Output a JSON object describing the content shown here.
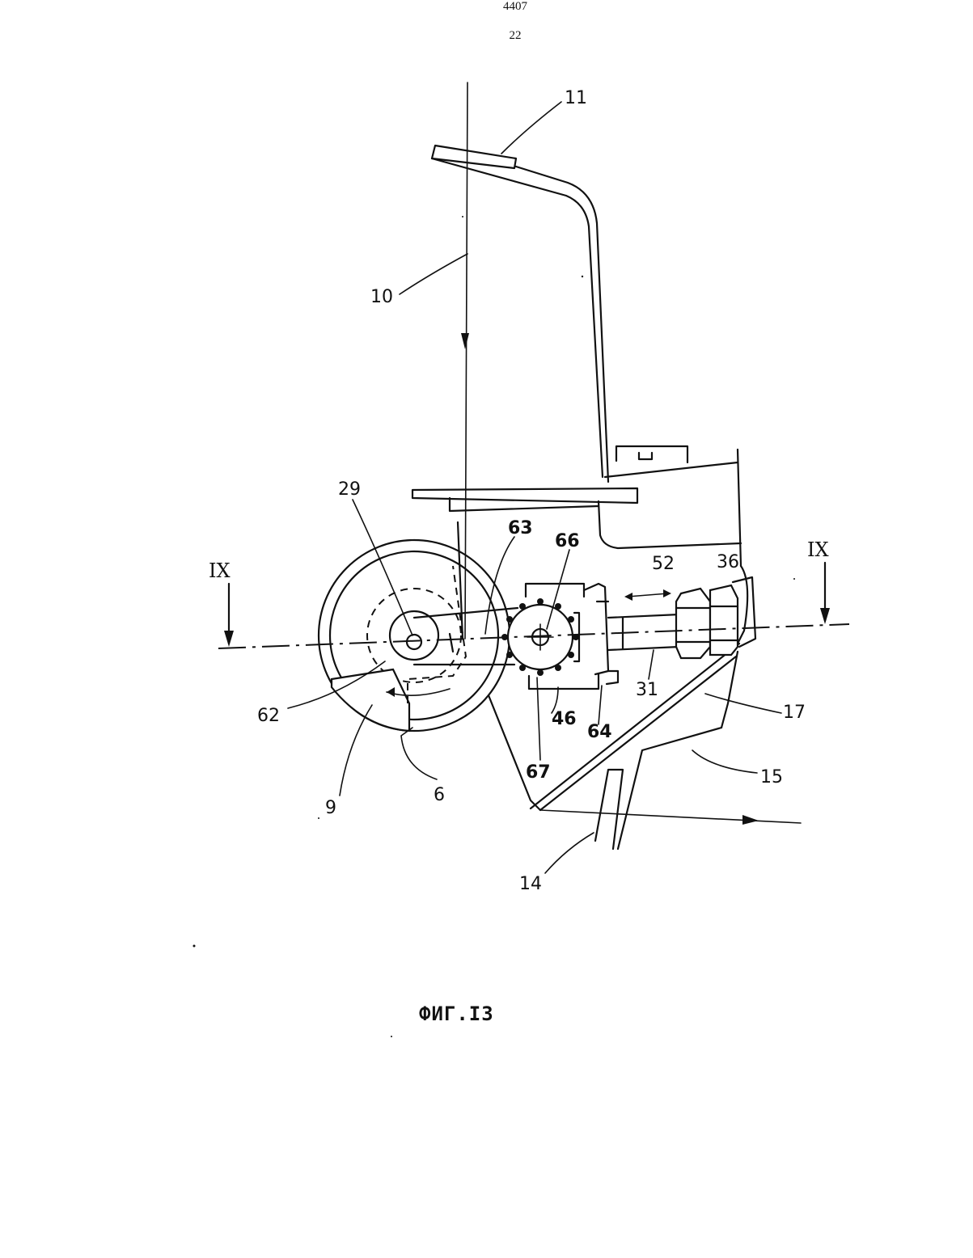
{
  "header": {
    "doc_number": "4407",
    "page_number": "22"
  },
  "figure": {
    "caption": "ФИГ.I3",
    "section_marks": [
      "IX",
      "IX"
    ],
    "labels": [
      {
        "id": "11",
        "text": "11"
      },
      {
        "id": "10",
        "text": "10"
      },
      {
        "id": "29",
        "text": "29"
      },
      {
        "id": "63",
        "text": "63"
      },
      {
        "id": "66",
        "text": "66"
      },
      {
        "id": "52",
        "text": "52"
      },
      {
        "id": "36",
        "text": "36"
      },
      {
        "id": "31",
        "text": "31"
      },
      {
        "id": "17",
        "text": "17"
      },
      {
        "id": "15",
        "text": "15"
      },
      {
        "id": "62",
        "text": "62"
      },
      {
        "id": "46",
        "text": "46"
      },
      {
        "id": "64",
        "text": "64"
      },
      {
        "id": "67",
        "text": "67"
      },
      {
        "id": "9",
        "text": "9"
      },
      {
        "id": "6",
        "text": "6"
      },
      {
        "id": "14",
        "text": "14"
      }
    ]
  }
}
